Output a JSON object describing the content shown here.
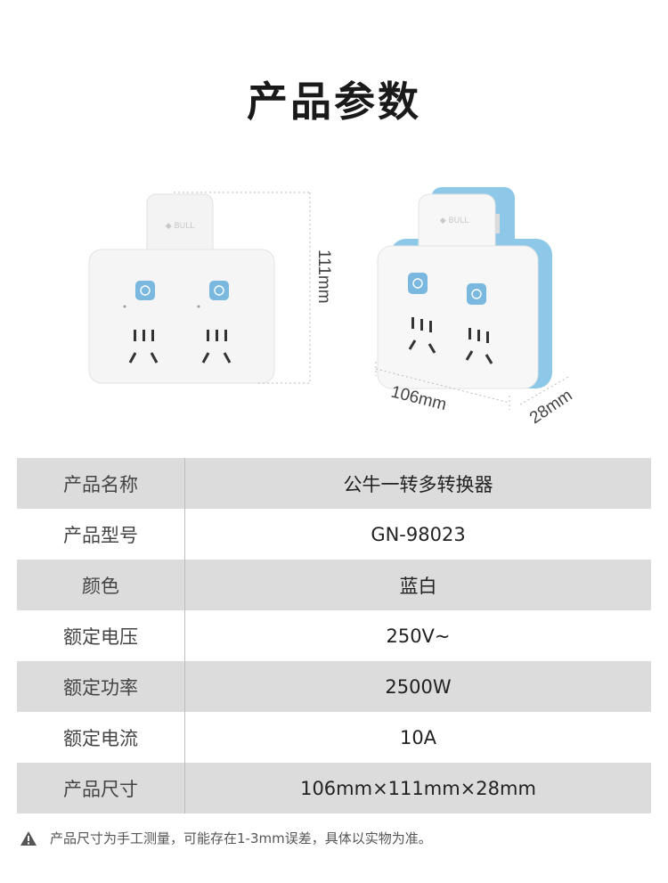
{
  "title": "产品参数",
  "dimensions": {
    "height": "111mm",
    "width": "106mm",
    "depth": "28mm"
  },
  "specs": [
    {
      "label": "产品名称",
      "value": "公牛一转多转换器"
    },
    {
      "label": "产品型号",
      "value": "GN-98023"
    },
    {
      "label": "颜色",
      "value": "蓝白"
    },
    {
      "label": "额定电压",
      "value": "250V~"
    },
    {
      "label": "额定功率",
      "value": "2500W"
    },
    {
      "label": "额定电流",
      "value": "10A"
    },
    {
      "label": "产品尺寸",
      "value": "106mm×111mm×28mm"
    }
  ],
  "note": "产品尺寸为手工测量，可能存在1-3mm误差，具体以实物为准。",
  "colors": {
    "accent_blue": "#8ec8e8",
    "button_blue": "#7ab8e0",
    "row_gray": "#dcdcdc"
  }
}
